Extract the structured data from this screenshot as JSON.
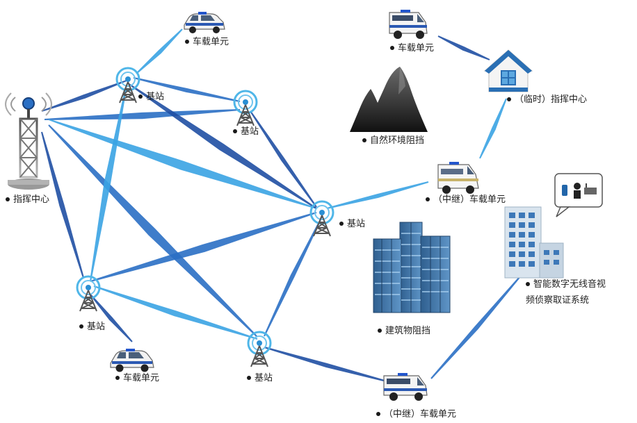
{
  "labels": {
    "command_center": "指挥中心",
    "base_station": "基站",
    "vehicle_unit": "车载单元",
    "temp_command_center": "（临时）指挥中心",
    "relay_vehicle_unit": "（中继）车载单元",
    "natural_obstacle": "自然环境阻挡",
    "building_obstacle": "建筑物阻挡",
    "av_forensics_line1": "智能数字无线音视",
    "av_forensics_line2": "频侦察取证系统"
  },
  "colors": {
    "link_dark": "#1f4fa3",
    "link_light": "#3aa3e3",
    "ring": "#4fb6e8",
    "mountain": "#333333",
    "building": "#3d6e9e",
    "house_roof": "#2a6fb4"
  },
  "icons": {
    "tower": "tower-icon",
    "base_station": "antenna-icon",
    "police_car": "police-car-icon",
    "van": "van-icon",
    "ambulance": "ambulance-icon",
    "house": "house-icon",
    "mountain": "mountain-icon",
    "building": "building-icon",
    "office": "office-building-icon"
  }
}
